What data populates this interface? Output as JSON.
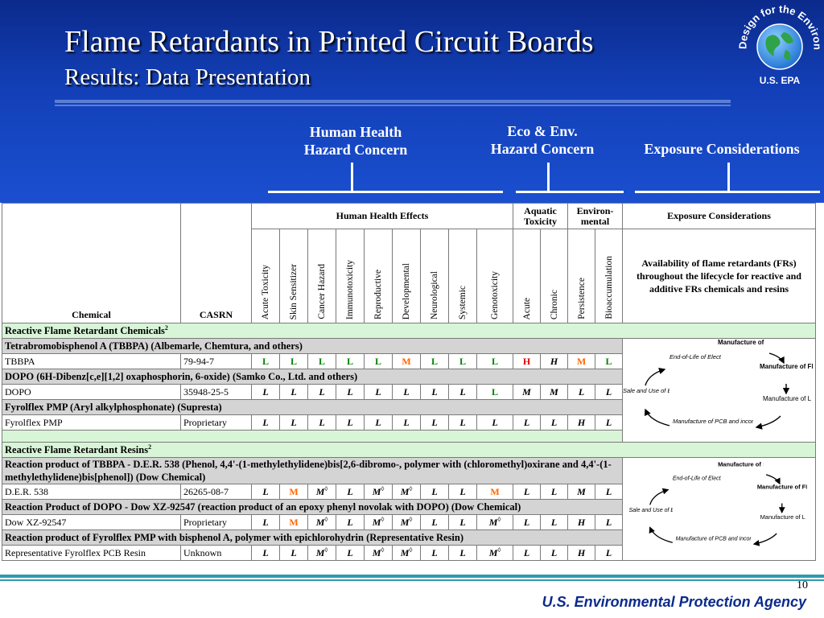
{
  "slide": {
    "title": "Flame Retardants in Printed Circuit Boards",
    "subtitle": "Results:  Data Presentation",
    "page_number": "10",
    "agency": "U.S. Environmental Protection Agency"
  },
  "logo": {
    "ring_text": "Design for the Environment",
    "bottom_text": "U.S. EPA"
  },
  "group_labels": {
    "human_health": [
      "Human Health",
      "Hazard Concern"
    ],
    "eco": [
      "Eco & Env.",
      "Hazard Concern"
    ],
    "exposure": "Exposure Considerations"
  },
  "table": {
    "col_chemical": "Chemical",
    "col_casrn": "CASRN",
    "group_hh": "Human Health Effects",
    "group_aq": [
      "Aquatic",
      "Toxicity"
    ],
    "group_env": [
      "Environ-",
      "mental"
    ],
    "group_exp": "Exposure Considerations",
    "endpoints": [
      "Acute Toxicity",
      "Skin Sensitizer",
      "Cancer Hazard",
      "Immunotoxicity",
      "Reproductive",
      "Developmental",
      "Neurological",
      "Systemic",
      "Genotoxicity",
      "Acute",
      "Chronic",
      "Persistence",
      "Bioaccumulation"
    ],
    "exposure_desc": "Availability of flame retardants (FRs) throughout the lifecycle for reactive and additive FRs chemicals and resins",
    "section1": "Reactive Flame Retardant Chemicals",
    "section1_sup": "2",
    "section2": "Reactive Flame Retardant Resins",
    "section2_sup": "2",
    "groups": [
      {
        "desc": "Tetrabromobisphenol A (TBBPA) (Albemarle, Chemtura, and others)",
        "name": "TBBPA",
        "casrn": "79-94-7",
        "values": [
          "L",
          "L",
          "L",
          "L",
          "L",
          "M",
          "L",
          "L",
          "L",
          "H",
          "H",
          "M",
          "L"
        ]
      },
      {
        "desc": "DOPO (6H-Dibenz[c,e][1,2] oxaphosphorin, 6-oxide) (Samko Co., Ltd. and others)",
        "name": "DOPO",
        "casrn": "35948-25-5",
        "values": [
          "L",
          "L",
          "L",
          "L",
          "L",
          "L",
          "L",
          "L",
          "L",
          "M",
          "M",
          "L",
          "L"
        ]
      },
      {
        "desc": "Fyrolflex PMP (Aryl alkylphosphonate) (Supresta)",
        "name": "Fyrolflex PMP",
        "casrn": "Proprietary",
        "values": [
          "L",
          "L",
          "L",
          "L",
          "L",
          "L",
          "L",
          "L",
          "L",
          "L",
          "L",
          "H",
          "L"
        ]
      },
      {
        "desc": "Reaction product of TBBPA - D.E.R. 538 (Phenol, 4,4'-(1-methylethylidene)bis[2,6-dibromo-, polymer with (chloromethyl)oxirane and 4,4'-(1-methylethylidene)bis[phenol]) (Dow Chemical)",
        "name": "D.E.R. 538",
        "casrn": "26265-08-7",
        "values": [
          "L",
          "M",
          "M",
          "L",
          "M",
          "M",
          "L",
          "L",
          "M",
          "L",
          "L",
          "M",
          "L"
        ]
      },
      {
        "desc": "Reaction Product of DOPO - Dow XZ-92547 (reaction product of an epoxy phenyl novolak with DOPO) (Dow Chemical)",
        "name": "Dow XZ-92547",
        "casrn": "Proprietary",
        "values": [
          "L",
          "M",
          "M",
          "L",
          "M",
          "M",
          "L",
          "L",
          "M",
          "L",
          "L",
          "H",
          "L"
        ]
      },
      {
        "desc": "Reaction product of Fyrolflex PMP with bisphenol A, polymer with epichlorohydrin (Representative Resin)",
        "name": "Representative Fyrolflex PCB Resin",
        "casrn": "Unknown",
        "values": [
          "L",
          "L",
          "M",
          "L",
          "M",
          "M",
          "L",
          "L",
          "M",
          "L",
          "L",
          "H",
          "L"
        ]
      }
    ],
    "superscript_mark": "◊"
  },
  "lifecycle": [
    {
      "mfg_fr": "Manufacture of FR",
      "mfg_resin": "Manufacture of FR Resin",
      "mfg_lam": "Manufacture of Laminate",
      "pcb": "Manufacture of PCB and incorporation into Electronics",
      "sale": "Sale and Use of Electronics",
      "eol": "End-of-Life of Electronics (Recycle, Disposal)"
    },
    {
      "mfg_fr": "Manufacture of FR",
      "mfg_resin": "Manufacture of FR Resin",
      "mfg_lam": "Manufacture of Laminate",
      "pcb": "Manufacture of PCB and incorporation into Electronics",
      "sale": "Sale and Use of Electronics",
      "eol": "End-of-Life of Electronics (Recycle, Disposal)"
    }
  ],
  "colors": {
    "low": "#008000",
    "moderate": "#ff6600",
    "high": "#e00000",
    "banner": "#1340b8",
    "agency": "#0b2a8c"
  }
}
